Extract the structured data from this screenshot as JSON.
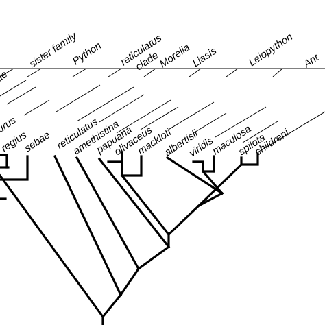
{
  "groups": {
    "sister_family": "sister family",
    "python": "Python",
    "reticulatus_clade_1": "reticulatus",
    "reticulatus_clade_2": "clade",
    "morelia": "Morelia",
    "liasis": "Liasis",
    "leiopython": "Leiopython",
    "antaresia": "Ant",
    "cut_left": "ae"
  },
  "taxa": {
    "molurus": "urus",
    "regius": "regius",
    "sebae": "sebae",
    "reticulatus": "reticulatus",
    "amethistina": "amethistina",
    "papuana": "papuana",
    "olivaceus": "olivaceus",
    "mackloti": "mackloti",
    "albertisii": "albertisii",
    "viridis": "viridis",
    "maculosa": "maculosa",
    "spilota": "spilota",
    "childreni": "childreni"
  }
}
